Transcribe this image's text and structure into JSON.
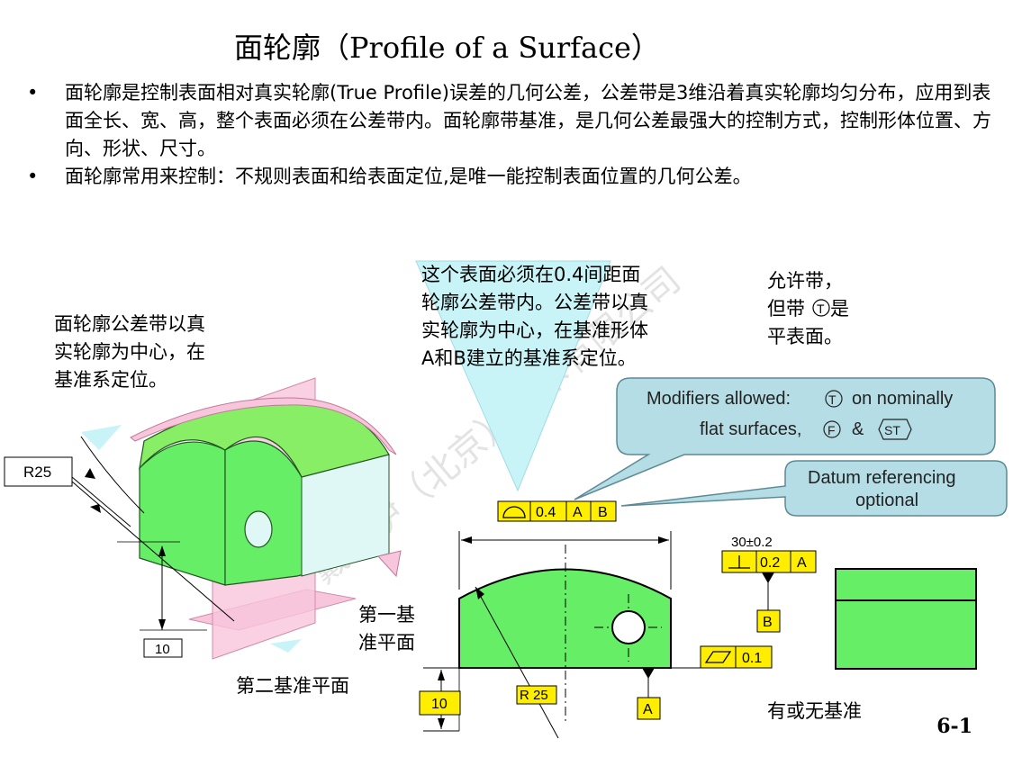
{
  "title": "面轮廓（Profile of a Surface）",
  "bullets": [
    "面轮廓是控制表面相对真实轮廓(True Profile)误差的几何公差，公差带是3维沿着真实轮廓均匀分布，应用到表面全长、宽、高，整个表面必须在公差带内。面轮廓带基准，是几何公差最强大的控制方式，控制形体位置、方向、形状、尺寸。",
    "面轮廓常用来控制：不规则表面和给表面定位,是唯一能控制表面位置的几何公差。"
  ],
  "notes": {
    "left_note": [
      "面轮廓公差带以真",
      "实轮廓为中心，在",
      "基准系定位。"
    ],
    "center_note": [
      "这个表面必须在0.4间距面",
      "轮廓公差带内。公差带以真",
      "实轮廓为中心，在基准形体",
      "A和B建立的基准系定位。"
    ],
    "right_note": [
      "允许带，",
      "但带",
      "是",
      "平表面。"
    ],
    "right_note_symbol": "T",
    "datum1_label": [
      "第一基",
      "准平面"
    ],
    "datum2_label": "第二基准平面",
    "with_or_without_datum": "有或无基准"
  },
  "callouts": {
    "modifiers_line1_a": "Modifiers allowed:",
    "modifiers_sym_t": "T",
    "modifiers_line1_b": "on nominally",
    "modifiers_line2_a": "flat surfaces,",
    "modifiers_sym_f": "F",
    "modifiers_amp": "&",
    "modifiers_sym_st": "ST",
    "datum_ref_line1": "Datum referencing",
    "datum_ref_line2": "optional"
  },
  "iso_dims": {
    "r25": "R25",
    "ten": "10"
  },
  "fcf_profile": {
    "tolerance": "0.4",
    "datum_a": "A",
    "datum_b": "B"
  },
  "drawing": {
    "width_dim": "30±0.2",
    "perp_tol": "0.2",
    "perp_datum": "A",
    "datum_b_flag": "B",
    "flat_tol": "0.1",
    "datum_a_flag": "A",
    "height_dim": "10",
    "radius_dim": "R 25"
  },
  "watermark": "戴克伊（北京）技术有限公司",
  "page_number": "6-1",
  "colors": {
    "part_green": "#66ee66",
    "fcf_yellow": "#ffee00",
    "callout_bubble": "#b4dde6",
    "cyan_zone": "#c8f4f8",
    "pink_plane": "#f7c6dc"
  }
}
